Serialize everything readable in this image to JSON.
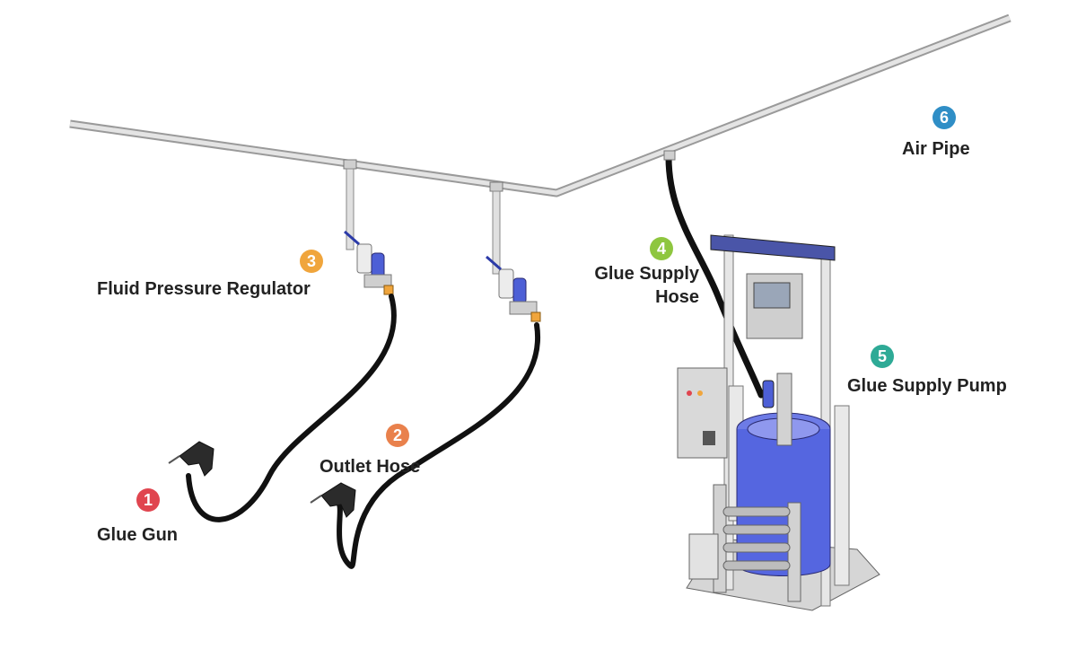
{
  "colors": {
    "badge_1": "#e0454f",
    "badge_2": "#e9814c",
    "badge_3": "#f0a53c",
    "badge_4": "#8ec63f",
    "badge_5": "#2eaa96",
    "badge_6": "#2f8ec6",
    "pipe": "#d9d9d9",
    "hose": "#111111",
    "drum": "#5566e0"
  },
  "components": [
    {
      "number": "1",
      "label": "Glue Gun",
      "icon": "glue-gun-icon"
    },
    {
      "number": "2",
      "label": "Outlet Hose",
      "icon": "hose-icon"
    },
    {
      "number": "3",
      "label": "Fluid Pressure Regulator",
      "icon": "regulator-icon"
    },
    {
      "number": "4",
      "label": "Glue Supply Hose",
      "icon": "hose-icon"
    },
    {
      "number": "5",
      "label": "Glue Supply Pump",
      "icon": "pump-icon"
    },
    {
      "number": "6",
      "label": "Air Pipe",
      "icon": "pipe-icon"
    }
  ]
}
